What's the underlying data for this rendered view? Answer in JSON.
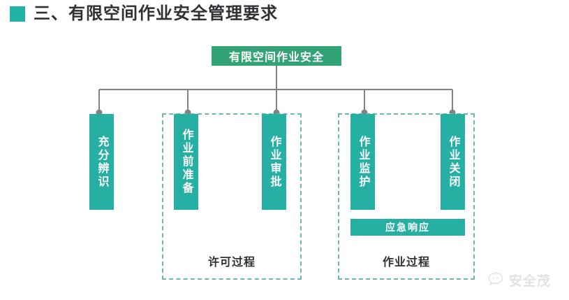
{
  "header": {
    "bullet_color": "#23b3a5",
    "title": "三、有限空间作业安全管理要求"
  },
  "diagram": {
    "root": {
      "label": "有限空间作业安全",
      "color": "#34a277"
    },
    "node_color": "#26b0a3",
    "dashed_border_color": "#6fb6ab",
    "connector_color": "#808285",
    "nodes": [
      {
        "label": "充分辨识"
      },
      {
        "label": "作业前准备"
      },
      {
        "label": "作业审批"
      },
      {
        "label": "作业监护"
      },
      {
        "label": "作业关闭"
      }
    ],
    "groups": [
      {
        "caption": "许可过程"
      },
      {
        "caption": "作业过程"
      }
    ],
    "emergency_bar": {
      "label": "应急响应"
    }
  },
  "watermark": {
    "icon": "chat-bubble-face-icon",
    "text": "安全茂"
  }
}
